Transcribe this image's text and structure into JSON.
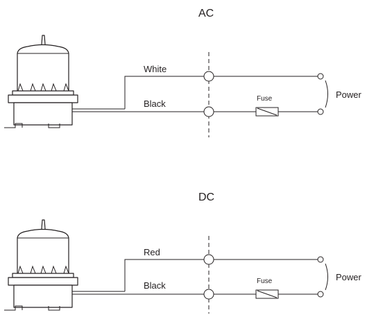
{
  "sections": [
    {
      "title": "AC",
      "top_wire_label": "White",
      "bottom_wire_label": "Black",
      "fuse_label": "Fuse",
      "power_label": "Power"
    },
    {
      "title": "DC",
      "top_wire_label": "Red",
      "bottom_wire_label": "Black",
      "fuse_label": "Fuse",
      "power_label": "Power"
    }
  ]
}
